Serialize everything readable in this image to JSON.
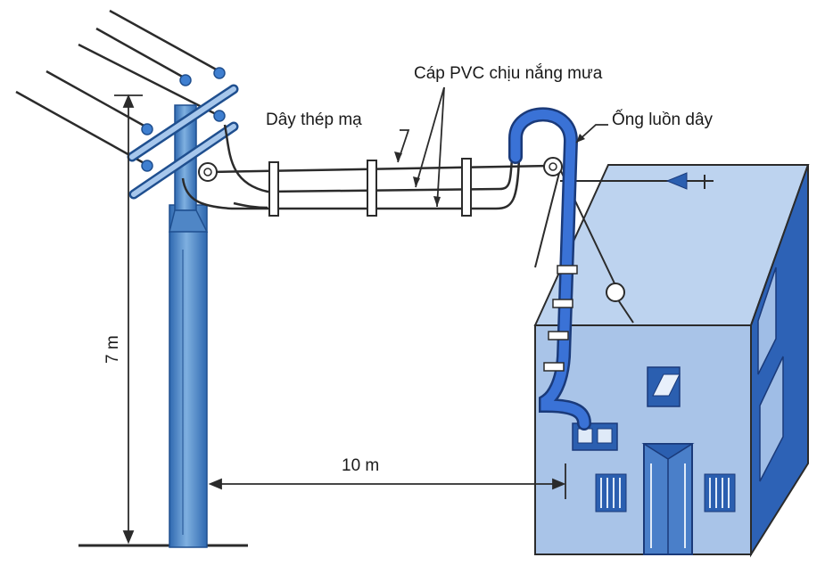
{
  "labels": {
    "cable": "Cáp PVC chịu nắng mưa",
    "steel_wire": "Dây thép mạ",
    "conduit": "Ống luồn dây",
    "height": "7 m",
    "distance": "10 m"
  },
  "colors": {
    "pole": "#5c93cf",
    "pole_dark": "#2e68b0",
    "house_front": "#a7c3e6",
    "house_side": "#2f63b5",
    "house_roof": "#b9d1ee",
    "conduit": "#2758c4",
    "line": "#2b2b2b"
  }
}
